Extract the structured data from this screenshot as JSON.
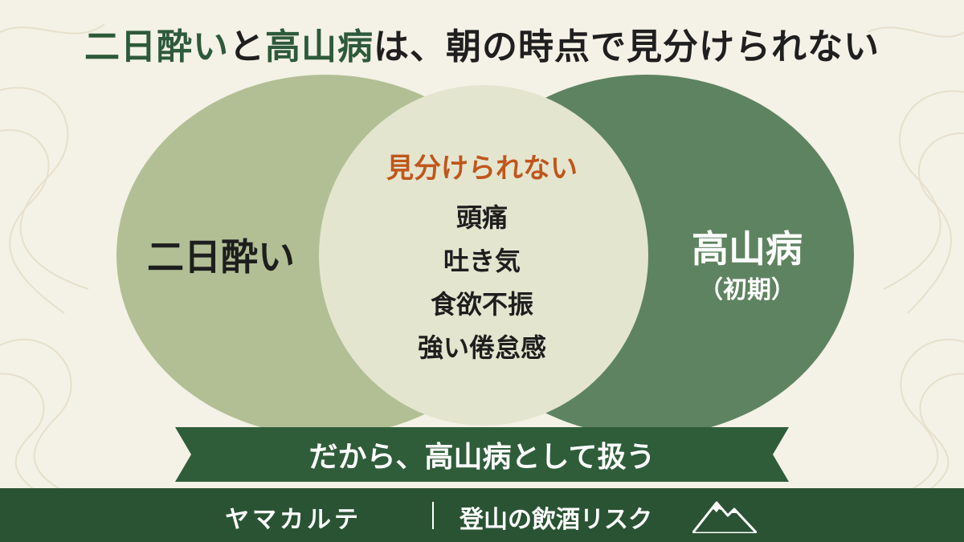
{
  "title": {
    "part1": "二日酔い",
    "part2": "と",
    "part3": "高山病",
    "part4": "は、朝の時点で見分けられない"
  },
  "venn": {
    "left_label": "二日酔い",
    "right_label": "高山病",
    "right_sublabel": "（初期）",
    "overlap_heading": "見分けられない",
    "overlap_items": [
      "頭痛",
      "吐き気",
      "食欲不振",
      "強い倦怠感"
    ]
  },
  "banner": {
    "text": "だから、高山病として扱う"
  },
  "footer": {
    "brand": "ヤマカルテ",
    "topic": "登山の飲酒リスク",
    "icon": "mountain-icon"
  },
  "colors": {
    "left_circle": "#b2bf95",
    "right_circle": "#5e8360",
    "overlap": "#e4e5cf",
    "accent_title": "#2d5a3a",
    "overlap_heading": "#c0561b",
    "banner": "#2f5d3a",
    "footer": "#2a5334",
    "background": "#f4f1e6"
  }
}
